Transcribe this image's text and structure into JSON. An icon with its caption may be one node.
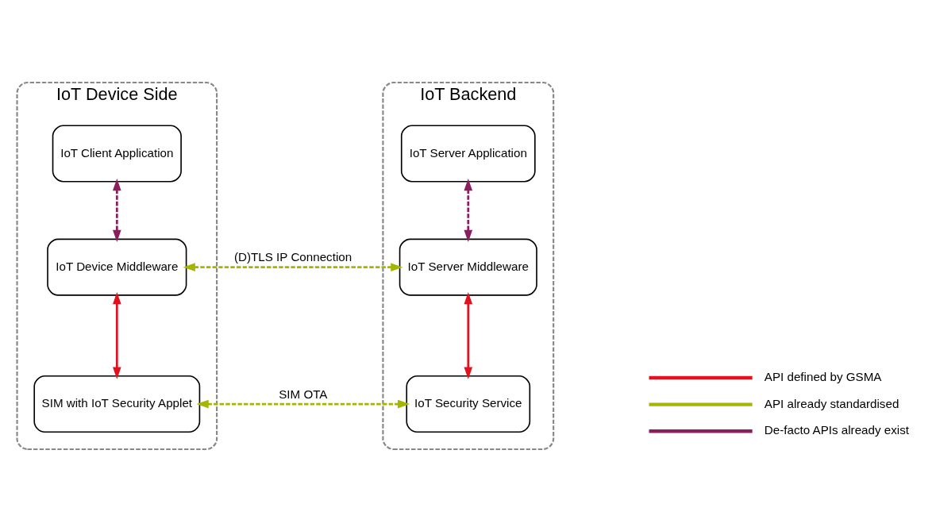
{
  "diagram": {
    "nodes": [
      {
        "text": [
          "IoT Device Side"
        ]
      },
      {
        "text": [
          "IoT Client Application"
        ],
        "in": 0
      },
      {
        "text": [
          "IoT Device Middleware"
        ],
        "in": 0
      },
      {
        "text": [
          "SIM with IoT Security Applet"
        ],
        "in": 0
      },
      {
        "text": [
          "IoT Backend"
        ]
      },
      {
        "text": [
          "IoT Server Application"
        ],
        "in": 4
      },
      {
        "text": [
          "IoT Server Middleware"
        ],
        "in": 4
      },
      {
        "text": [
          "IoT Security Service"
        ],
        "in": 4
      }
    ],
    "edges": [
      {
        "from": 1,
        "to": 2,
        "arrow": "both",
        "style": "dashed",
        "color": "#8b1e5c"
      },
      {
        "from": 2,
        "to": 6,
        "arrow": "both",
        "style": "dashed",
        "color": "#a5b600",
        "label": "(D)TLS IP Connection"
      },
      {
        "from": 2,
        "to": 3,
        "arrow": "both",
        "color": "#e3101e"
      },
      {
        "from": 5,
        "to": 6,
        "arrow": "both",
        "style": "dashed",
        "color": "#8b1e5c"
      },
      {
        "from": 6,
        "to": 7,
        "arrow": "both",
        "color": "#e3101e"
      },
      {
        "from": 3,
        "to": 7,
        "arrow": "both",
        "style": "dashed",
        "color": "#a5b600",
        "label": "SIM OTA"
      }
    ],
    "legend": [
      {
        "text": "API defined by GSMA"
      },
      {
        "text": "API already standardised"
      },
      {
        "text": "De-facto APIs already exist"
      }
    ]
  }
}
